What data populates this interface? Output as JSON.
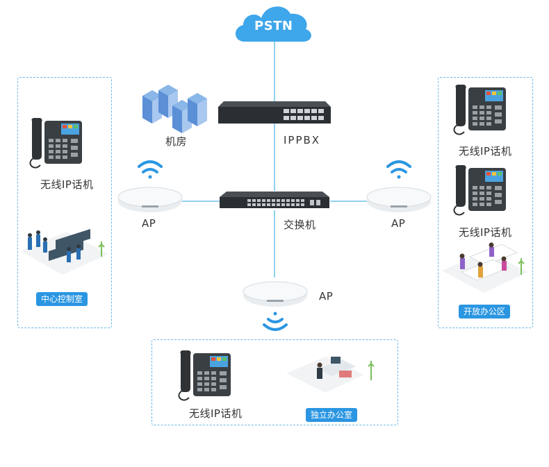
{
  "nodes": {
    "pstn": "PSTN",
    "server_room": "机房",
    "ippbx": "IPPBX",
    "switch": "交换机",
    "ap_left": "AP",
    "ap_right": "AP",
    "ap_bottom": "AP"
  },
  "zones": {
    "left": {
      "phone": "无线IP话机",
      "area": "中心控制室"
    },
    "right": {
      "phone_top": "无线IP话机",
      "phone_middle": "无线IP话机",
      "area": "开放办公区"
    },
    "bottom": {
      "phone": "无线IP话机",
      "area": "独立办公室"
    }
  },
  "colors": {
    "accent": "#2a96e2",
    "cloud": "#3ea6ea",
    "link_line": "#6ec2ec",
    "dashed_border": "#6ab7e6",
    "device_dark": "#2b2f33"
  },
  "icons": [
    "cloud-icon",
    "server-rack-icon",
    "ippbx-device-icon",
    "network-switch-icon",
    "access-point-icon",
    "wifi-signal-icon",
    "ip-phone-icon",
    "control-room-icon",
    "open-office-icon",
    "private-office-icon"
  ]
}
